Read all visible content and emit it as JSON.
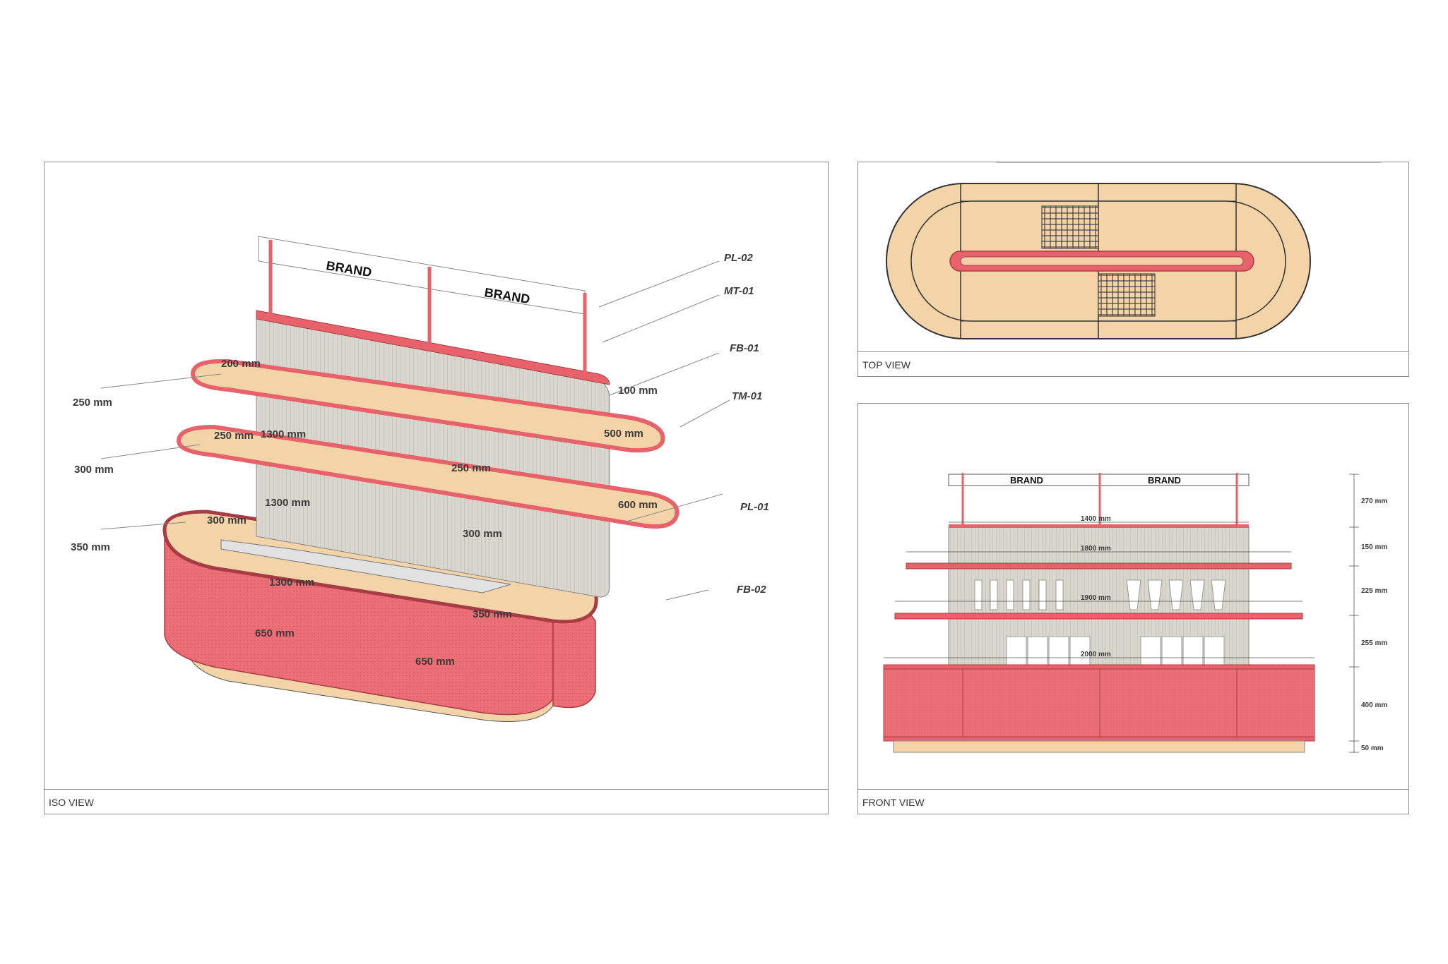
{
  "views": {
    "iso": "ISO VIEW",
    "top": "TOP VIEW",
    "front": "FRONT VIEW"
  },
  "brand_text": "BRAND",
  "material_tags": [
    "PL-02",
    "MT-01",
    "FB-01",
    "TM-01",
    "PL-01",
    "FB-02"
  ],
  "iso_dims": {
    "d200": "200 mm",
    "d100": "100 mm",
    "d250a": "250 mm",
    "d250b": "250 mm",
    "d1300a": "1300 mm",
    "d500": "500 mm",
    "d250c": "250 mm",
    "d300a": "300 mm",
    "d1300b": "1300 mm",
    "d600": "600 mm",
    "d300b": "300 mm",
    "d300c": "300 mm",
    "d350a": "350 mm",
    "d1300c": "1300 mm",
    "d350b": "350 mm",
    "d650a": "650 mm",
    "d650b": "650 mm"
  },
  "front_dims": {
    "w1400": "1400 mm",
    "w1800": "1800 mm",
    "w1900": "1900 mm",
    "w2000": "2000 mm",
    "h270": "270 mm",
    "h150": "150 mm",
    "h225": "225 mm",
    "h255": "255 mm",
    "h400": "400 mm",
    "h50": "50 mm"
  },
  "colors": {
    "pink": "#e8626b",
    "pink_dark": "#b8434c",
    "wood": "#f3d3a8",
    "fabric": "#d8d6cc",
    "outline": "#333333"
  }
}
